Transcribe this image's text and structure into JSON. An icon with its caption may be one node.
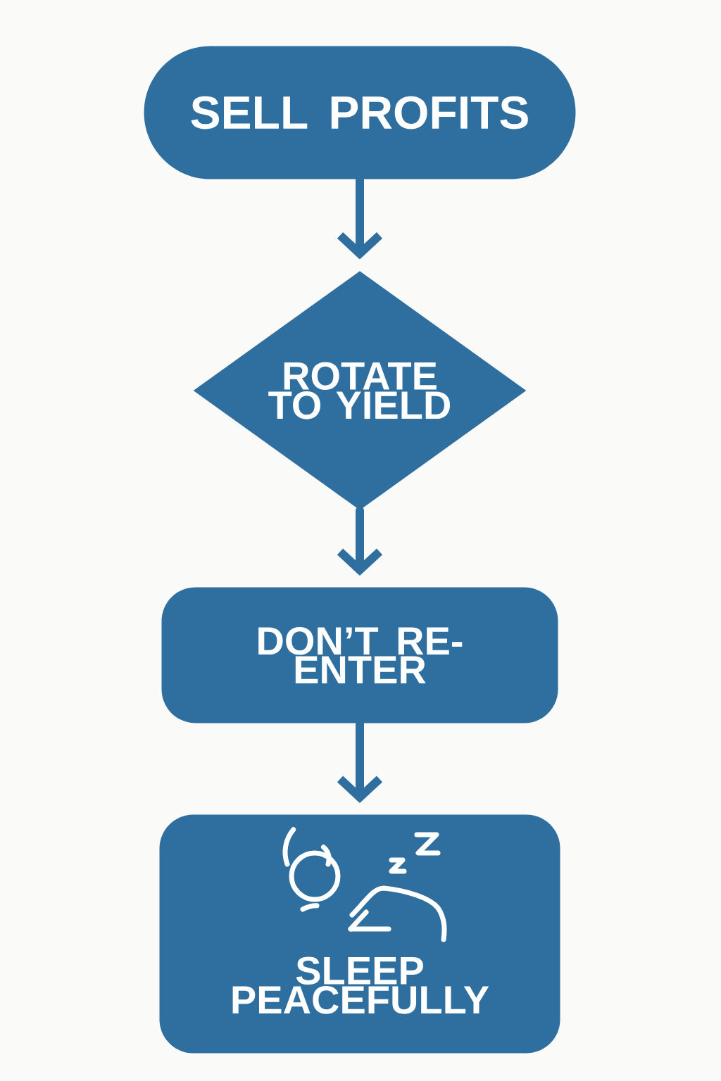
{
  "diagram": {
    "nodes": [
      {
        "text": [
          "SELL PROFITS"
        ]
      },
      {
        "text": [
          "ROTATE TO YIELD"
        ]
      },
      {
        "text": [
          "DON’T RE-ENTER"
        ]
      },
      {
        "text": [
          "SLEEP PEACEFULLY"
        ]
      }
    ],
    "edges": [
      {
        "from": 0,
        "to": 1,
        "arrow": "to"
      },
      {
        "from": 1,
        "to": 2,
        "arrow": "to"
      },
      {
        "from": 2,
        "to": 3,
        "arrow": "to"
      }
    ]
  }
}
